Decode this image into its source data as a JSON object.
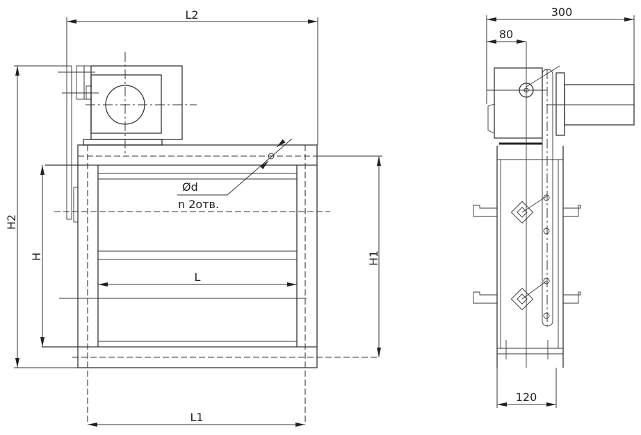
{
  "front_view": {
    "dim_L2": "L2",
    "dim_H2": "H2",
    "dim_H": "H",
    "dim_H1": "H1",
    "dim_L": "L",
    "dim_L1": "L1",
    "hole_diameter": "Ød",
    "hole_count": "n 2отв."
  },
  "side_view": {
    "dim_total_depth": "300",
    "dim_offset": "80",
    "dim_width": "120"
  }
}
